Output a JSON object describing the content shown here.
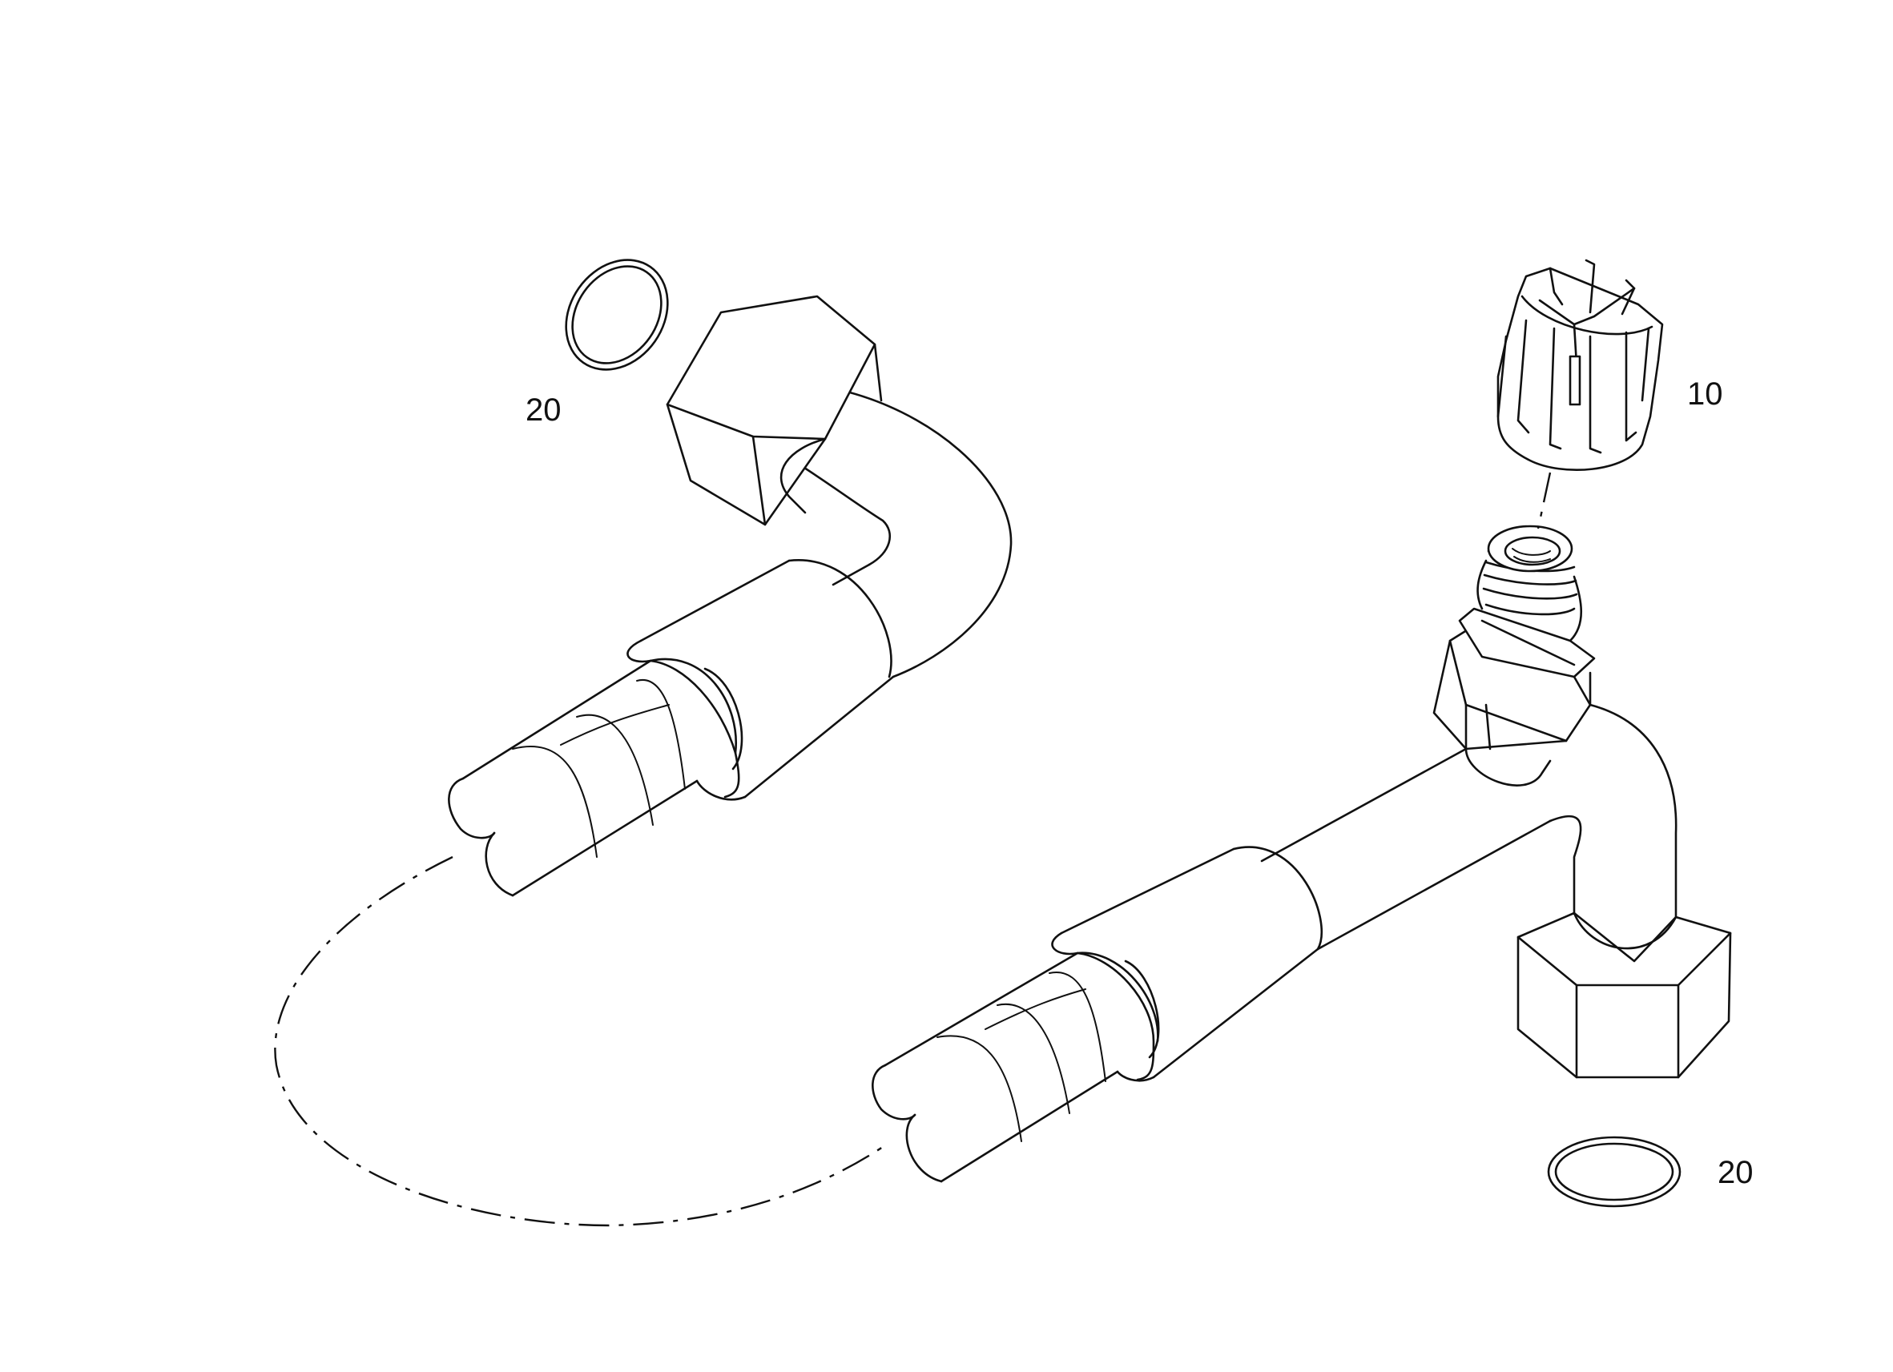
{
  "callouts": {
    "oring_top_left": "20",
    "service_cap": "10",
    "oring_bottom_right": "20"
  },
  "colors": {
    "line": "#111111",
    "background": "#ffffff"
  }
}
